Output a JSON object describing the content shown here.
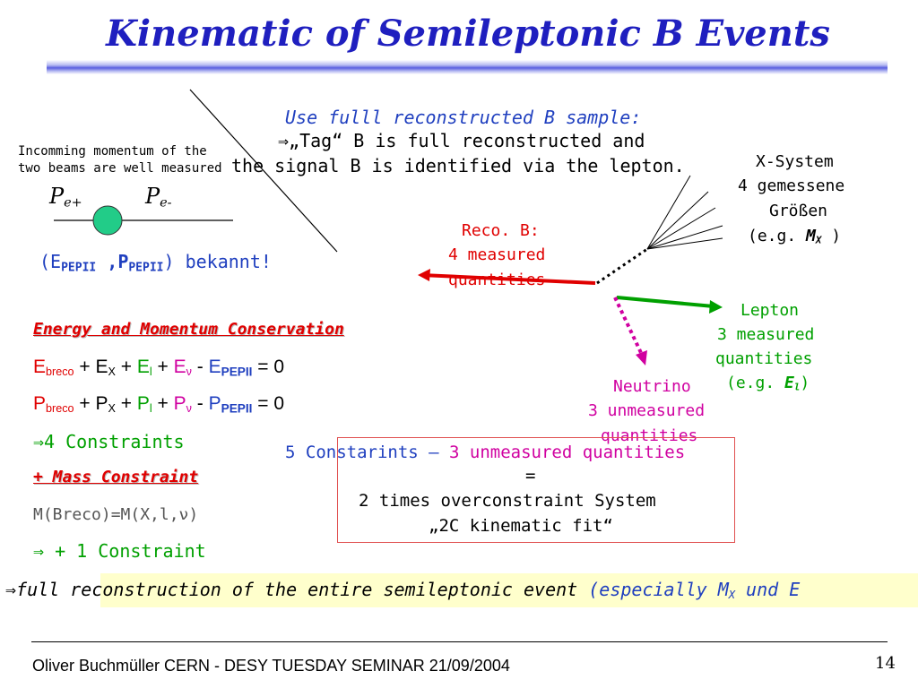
{
  "title": "Kinematic of Semileptonic B Events",
  "top": {
    "line1": "Use fulll reconstructed B sample:",
    "line2": "⇒„Tag“ B is full reconstructed and",
    "line3": "the signal B is identified via the lepton."
  },
  "beams": {
    "note_line1": "Incomming momentum of the",
    "note_line2": "two beams are well measured",
    "p_symbol": "P",
    "pe_plus_sub": "e+",
    "pe_minus_sub": "e-",
    "known_open": "(E",
    "known_sub": "PEPII",
    "known_mid": " ,P",
    "known_close": ")",
    "known_word": " bekannt!"
  },
  "diagram": {
    "xsystem_line1": "X-System",
    "xsystem_line2": "4 gemessene",
    "xsystem_line3": "Größen",
    "xsystem_line4_pre": "(e.g. ",
    "xsystem_line4_var": "M",
    "xsystem_line4_sub": "X",
    "xsystem_line4_post": " )",
    "reco_line1": "Reco. B:",
    "reco_line2": "4 measured",
    "reco_line3": "quantities",
    "lepton_line1": "Lepton",
    "lepton_line2": "3 measured",
    "lepton_line3": "quantities",
    "lepton_line4_pre": "(e.g. ",
    "lepton_line4_var": "E",
    "lepton_line4_sub": "l",
    "lepton_line4_post": ")",
    "neutrino_line1": "Neutrino",
    "neutrino_line2": "3 unmeasured",
    "neutrino_line3": "quantities"
  },
  "conservation": {
    "heading": "Energy and Momentum Conservation",
    "E": "E",
    "P": "P",
    "sub_breco": "breco",
    "sub_X": "X",
    "sub_l": "l",
    "sub_nu": "ν",
    "sub_pepii": "PEPII",
    "plus": " + ",
    "minus": "  - ",
    "equals": " = 0",
    "constraints4": "⇒4 Constraints",
    "mass_heading": "+ Mass Constraint",
    "mass_eq": "M(Breco)=M(X,l,ν)",
    "plus1": "⇒ + 1 Constraint"
  },
  "box": {
    "line1_a": "5 Constarints – ",
    "line1_b": "3 unmeasured quantities",
    "line2": "=",
    "line3": "2 times overconstraint System",
    "line4": "„2C kinematic fit“"
  },
  "conclusion": {
    "arrow": "⇒",
    "text_a": "full ",
    "text_b": "reconstruction of the entire semileptonic event ",
    "text_c": "(especially M",
    "text_c_sub": "X",
    "text_d": " und E"
  },
  "footer": {
    "author": "Oliver Buchmüller CERN - DESY TUESDAY SEMINAR 21/09/2004",
    "page": "14"
  },
  "colors": {
    "title": "#1f1fbf",
    "blue": "#1f3fbf",
    "red": "#e00000",
    "green": "#00a000",
    "magenta": "#d000a0",
    "ball": "#22cc88"
  }
}
